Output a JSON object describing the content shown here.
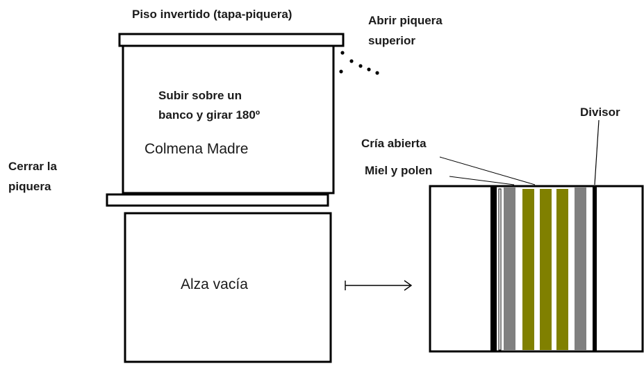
{
  "labels": {
    "piso_invertido": "Piso invertido (tapa-piquera)",
    "abrir_piquera_1": "Abrir piquera",
    "abrir_piquera_2": "superior",
    "subir_1": "Subir sobre un",
    "subir_2": "banco y girar 180º",
    "colmena_madre": "Colmena Madre",
    "cerrar_1": "Cerrar la",
    "cerrar_2": "piquera",
    "alza_vacia": "Alza vacía",
    "divisor": "Divisor",
    "cria_abierta": "Cría abierta",
    "miel_polen": "Miel y polen"
  },
  "colors": {
    "line": "#000000",
    "miel_frame": "#808080",
    "cria_frame": "#808000"
  },
  "frames": [
    "divisor",
    "miel-y-polen",
    "cria-abierta",
    "cria-abierta",
    "cria-abierta",
    "miel-y-polen",
    "divisor"
  ]
}
